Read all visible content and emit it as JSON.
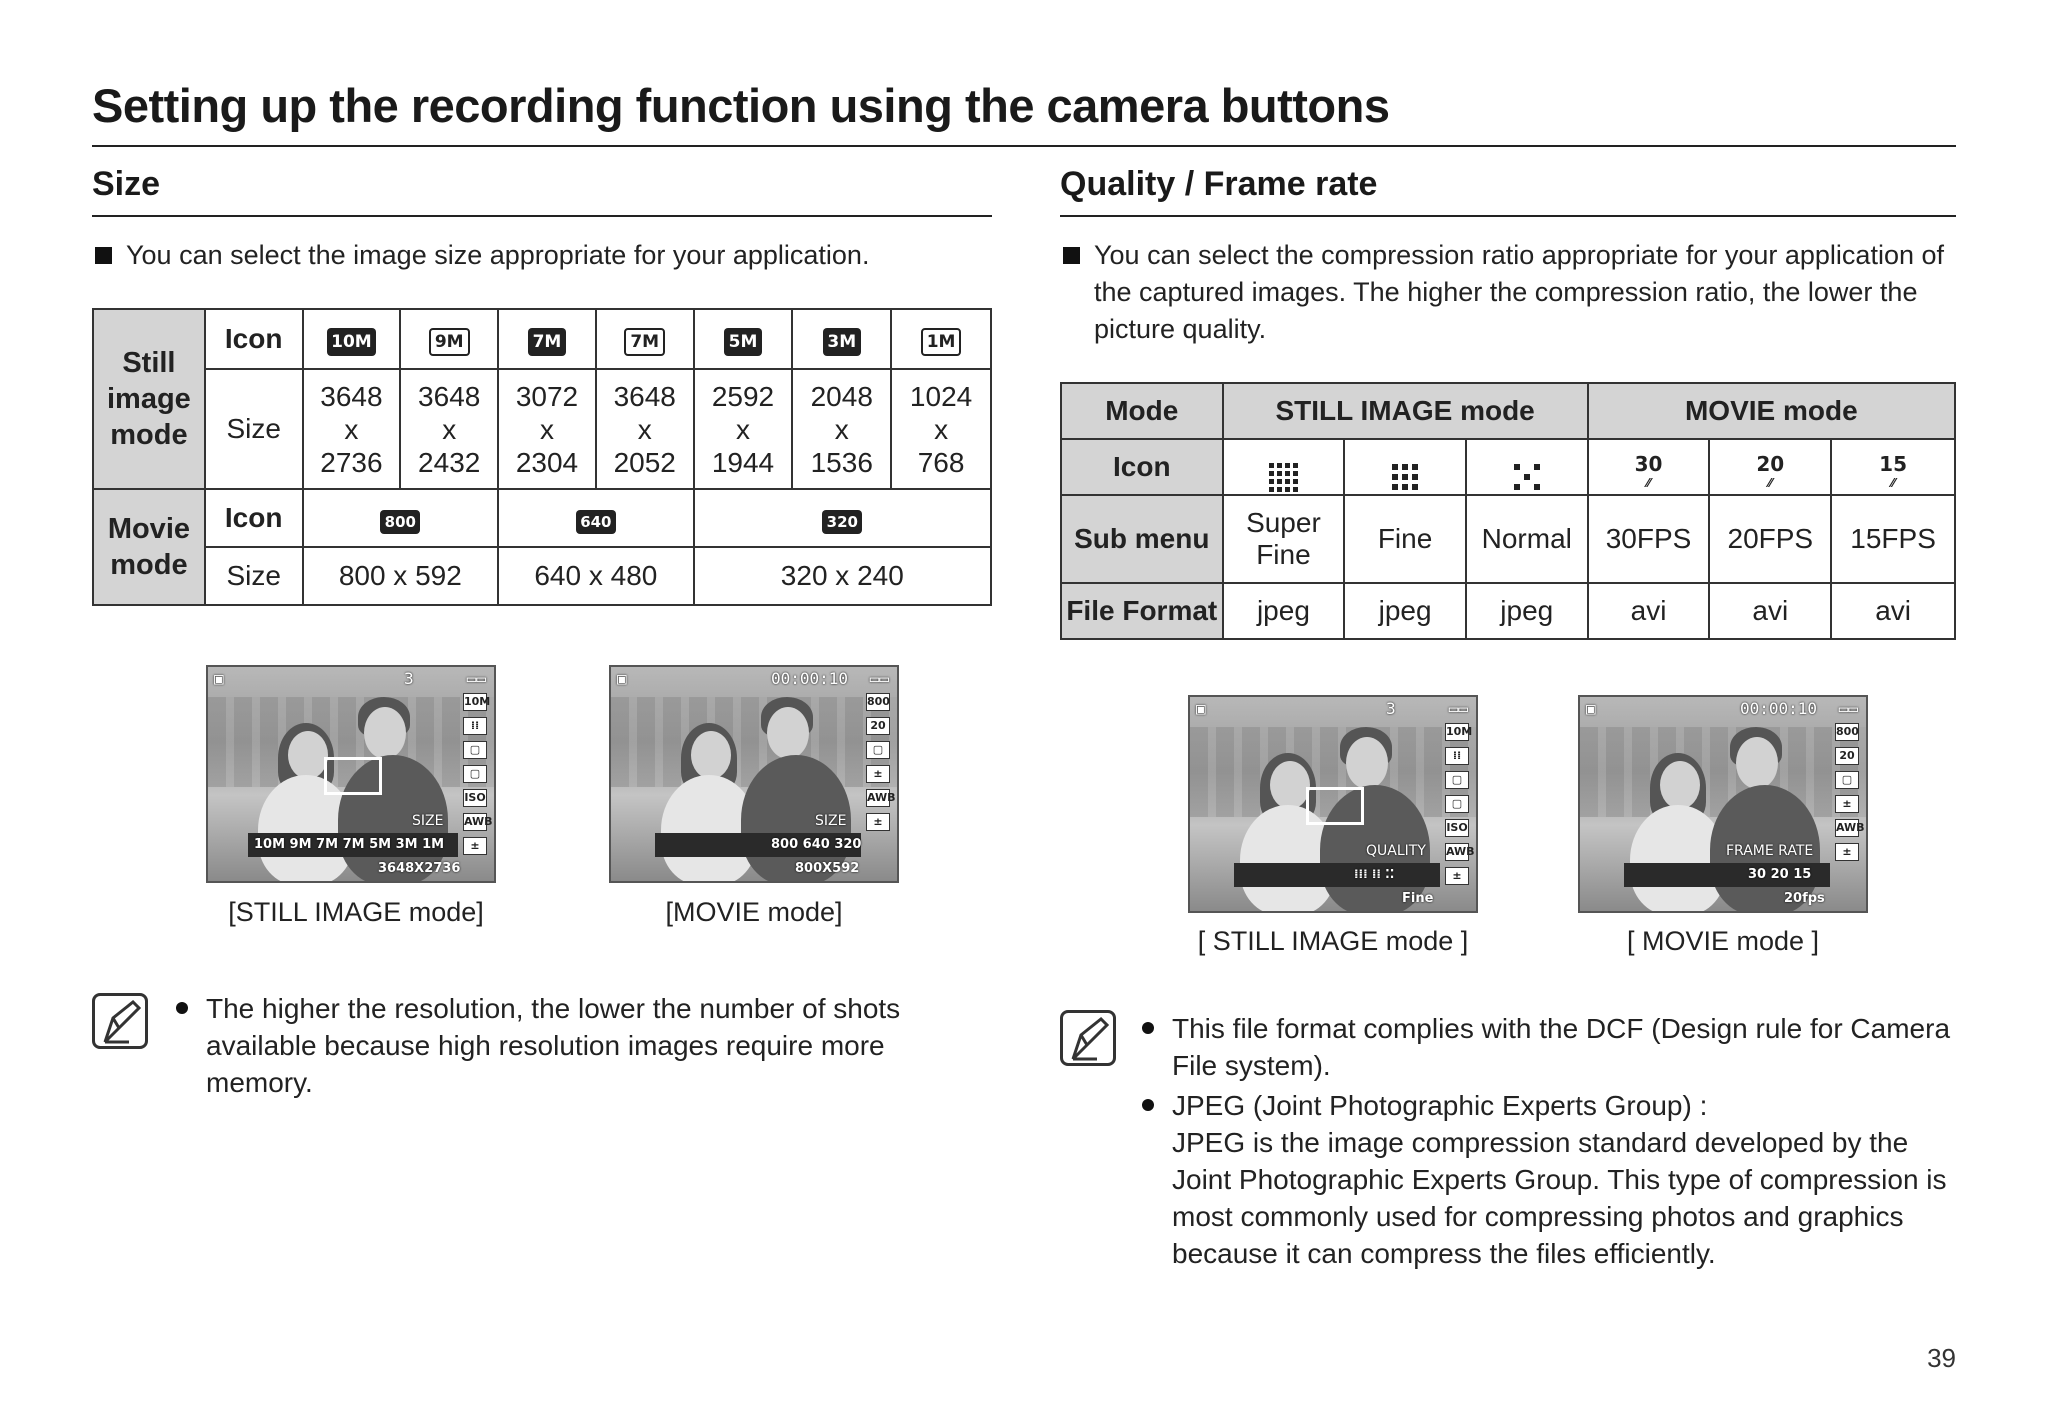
{
  "page": {
    "title": "Setting up the recording function using the camera buttons",
    "page_number": "39"
  },
  "size_section": {
    "title": "Size",
    "intro": "You can select the image size appropriate for your application.",
    "table": {
      "still_label": "Still image mode",
      "movie_label": "Movie mode",
      "icon_header": "Icon",
      "size_header": "Size",
      "still_icons": [
        "10M",
        "9M",
        "7M",
        "7M",
        "5M",
        "3M",
        "1M"
      ],
      "still_sizes": [
        {
          "w": "3648",
          "x": "x",
          "h": "2736"
        },
        {
          "w": "3648",
          "x": "x",
          "h": "2432"
        },
        {
          "w": "3072",
          "x": "x",
          "h": "2304"
        },
        {
          "w": "3648",
          "x": "x",
          "h": "2052"
        },
        {
          "w": "2592",
          "x": "x",
          "h": "1944"
        },
        {
          "w": "2048",
          "x": "x",
          "h": "1536"
        },
        {
          "w": "1024",
          "x": "x",
          "h": "768"
        }
      ],
      "movie_icons": [
        "800",
        "640",
        "320"
      ],
      "movie_sizes": [
        "800 x 592",
        "640 x 480",
        "320 x 240"
      ]
    },
    "screens": {
      "still": {
        "counter": "3",
        "menu_label": "SIZE",
        "menu_icons": "10M 9M 7M 7M 5M 3M 1M",
        "value": "3648X2736",
        "caption": "[STILL IMAGE mode]"
      },
      "movie": {
        "counter": "00:00:10",
        "menu_label": "SIZE",
        "menu_icons": "800 640 320",
        "value": "800X592",
        "caption": "[MOVIE mode]",
        "res_icon": "800"
      }
    },
    "note": "The higher the resolution, the lower the number of shots available because high resolution images require more memory."
  },
  "quality_section": {
    "title": "Quality / Frame rate",
    "intro": "You can select the compression ratio appropriate for your application of the captured images. The higher the compression ratio, the lower the picture quality.",
    "table": {
      "mode_header": "Mode",
      "still_header": "STILL IMAGE mode",
      "movie_header": "MOVIE mode",
      "icon_header": "Icon",
      "submenu_header": "Sub menu",
      "format_header": "File Format",
      "fps_icons": [
        "30",
        "20",
        "15"
      ],
      "submenus": [
        "Super Fine",
        "Fine",
        "Normal",
        "30FPS",
        "20FPS",
        "15FPS"
      ],
      "formats": [
        "jpeg",
        "jpeg",
        "jpeg",
        "avi",
        "avi",
        "avi"
      ]
    },
    "screens": {
      "still": {
        "counter": "3",
        "menu_label": "QUALITY",
        "value": "Fine",
        "caption": "[ STILL IMAGE mode ]"
      },
      "movie": {
        "counter": "00:00:10",
        "menu_label": "FRAME RATE",
        "menu_icons": "30 20 15",
        "value": "20fps",
        "caption": "[ MOVIE mode ]",
        "res_icon": "800"
      }
    },
    "notes": [
      "This file format complies with the DCF (Design rule for Camera File system).",
      "JPEG (Joint Photographic Experts Group) :",
      "JPEG is the image compression standard developed by the Joint Photographic Experts Group. This type of compression is most commonly used for compressing photos and graphics because it can compress the files efficiently."
    ]
  },
  "icons": [
    "note-pencil-icon",
    "bullet-square-icon",
    "resolution-icon",
    "quality-grid-icon",
    "fps-icon",
    "battery-icon",
    "camera-mode-icon"
  ]
}
